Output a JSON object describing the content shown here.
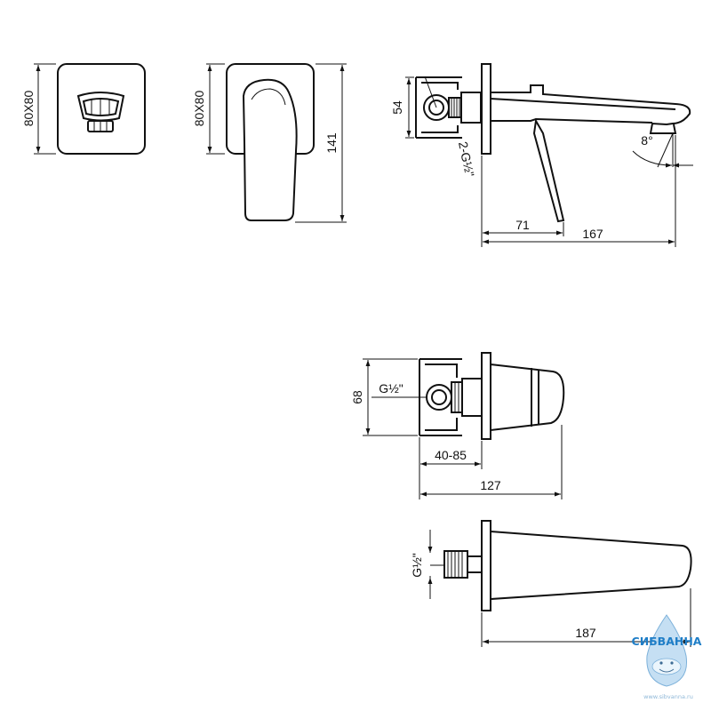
{
  "dimensions": {
    "cover_plate_size_1": "80X80",
    "cover_plate_size_2": "80X80",
    "mixer_height": "141",
    "body_height": "54",
    "inlet_thread": "2-G½\"",
    "spout_angle": "8°",
    "lever_projection": "71",
    "spout_projection": "167",
    "box_height": "68",
    "box_thread": "G½\"",
    "install_depth": "40-85",
    "box_length": "127",
    "spout_thread": "G½\"",
    "spout_length": "187"
  },
  "watermark": {
    "brand": "СИБВАННА",
    "url": "www.sibvanna.ru"
  }
}
